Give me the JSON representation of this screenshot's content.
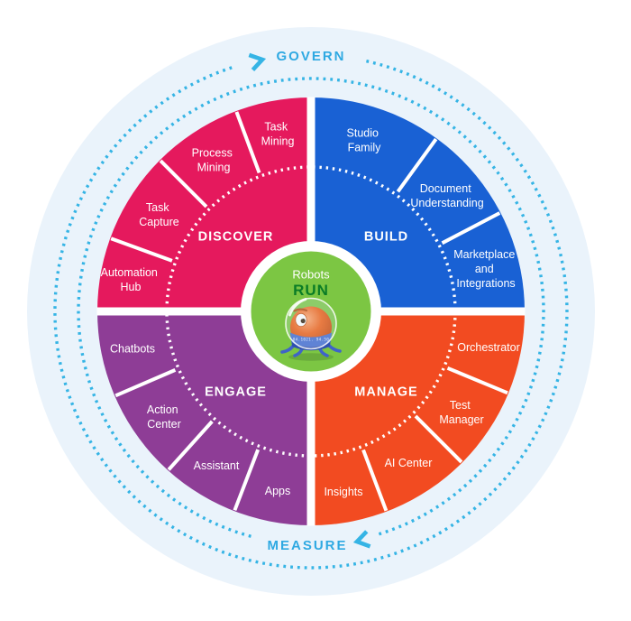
{
  "figure_labels": {
    "govern": "GOVERN",
    "measure": "MEASURE"
  },
  "hub": {
    "top_label": "Robots",
    "main_label": "RUN",
    "band_text": "04.1021. 94.50",
    "circle_color": "#7CC643",
    "run_text_color": "#0A7C26"
  },
  "quadrants": [
    {
      "name": "DISCOVER",
      "color": "#E5195D",
      "items": [
        {
          "label": "Task Mining",
          "lines": [
            "Task",
            "Mining"
          ]
        },
        {
          "label": "Process Mining",
          "lines": [
            "Process",
            "Mining"
          ]
        },
        {
          "label": "Task Capture",
          "lines": [
            "Task",
            "Capture"
          ]
        },
        {
          "label": "Automation Hub",
          "lines": [
            "Automation",
            "Hub"
          ]
        }
      ]
    },
    {
      "name": "BUILD",
      "color": "#1961D4",
      "items": [
        {
          "label": "Studio Family",
          "lines": [
            "Studio",
            "Family"
          ]
        },
        {
          "label": "Document Understanding",
          "lines": [
            "Document",
            "Understanding"
          ]
        },
        {
          "label": "Marketplace and Integrations",
          "lines": [
            "Marketplace",
            "and",
            "Integrations"
          ]
        }
      ]
    },
    {
      "name": "ENGAGE",
      "color": "#8E3D96",
      "items": [
        {
          "label": "Chatbots",
          "lines": [
            "Chatbots"
          ]
        },
        {
          "label": "Action Center",
          "lines": [
            "Action",
            "Center"
          ]
        },
        {
          "label": "Assistant",
          "lines": [
            "Assistant"
          ]
        },
        {
          "label": "Apps",
          "lines": [
            "Apps"
          ]
        }
      ]
    },
    {
      "name": "MANAGE",
      "color": "#F24B21",
      "items": [
        {
          "label": "Orchestrator",
          "lines": [
            "Orchestrator"
          ]
        },
        {
          "label": "Test Manager",
          "lines": [
            "Test",
            "Manager"
          ]
        },
        {
          "label": "AI Center",
          "lines": [
            "AI Center"
          ]
        },
        {
          "label": "Insights",
          "lines": [
            "Insights"
          ]
        }
      ]
    }
  ],
  "colors": {
    "background_circle": "#EAF3FB",
    "ring_dotted": "#35B4E5",
    "ring_text": "#2FA9E2",
    "divider": "#FFFFFF"
  }
}
